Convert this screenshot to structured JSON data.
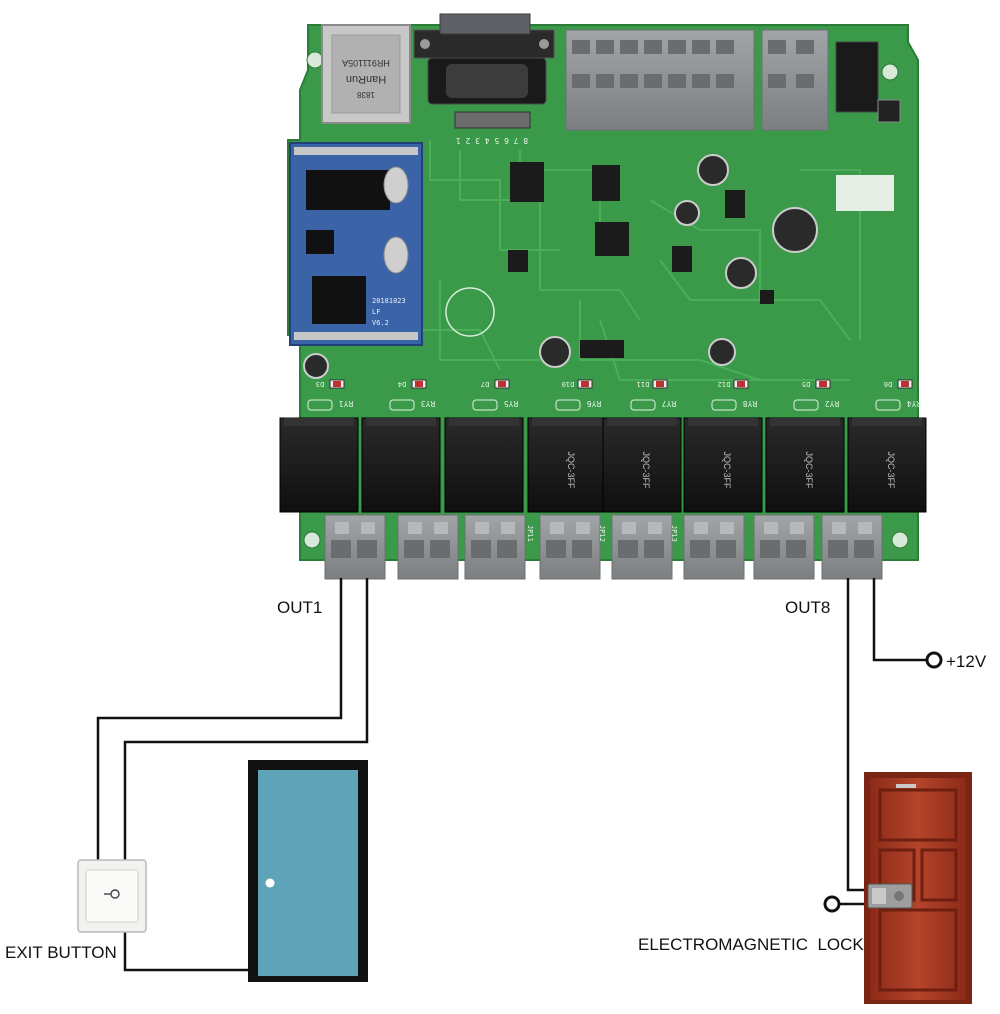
{
  "labels": {
    "out1": "OUT1",
    "out8": "OUT8",
    "plus12v": "+12V",
    "exit_button": "EXIT BUTTON",
    "lock": "ELECTROMAGNETIC  LOCK"
  },
  "board": {
    "ethernet_text": [
      "HR911105A",
      "HanRun",
      "1838"
    ],
    "module_text": [
      "20181023",
      "LF",
      "V6.2"
    ],
    "relay_labels": [
      "RY1",
      "RY3",
      "RY5",
      "RY6",
      "RY7",
      "RY8",
      "RY2",
      "RY4"
    ],
    "relay_marking": "JQC-3FF",
    "header_pins": "8 7 6 5 4 3 2 1",
    "jp_labels": [
      "JP11",
      "JP12",
      "JP13"
    ],
    "led_labels": [
      "D3",
      "D4",
      "D7",
      "D10",
      "D11",
      "D12",
      "D5",
      "D6"
    ]
  },
  "colors": {
    "pcb": "#3a9a4a",
    "pcb_dark": "#2e8a3e",
    "relay": "#1c1c1c",
    "terminal": "#8e9193",
    "module": "#3b64a8",
    "door_blue": "#5fa3b8",
    "door_frame": "#111111",
    "lock_door": "#a83a22",
    "wire": "#111111"
  }
}
